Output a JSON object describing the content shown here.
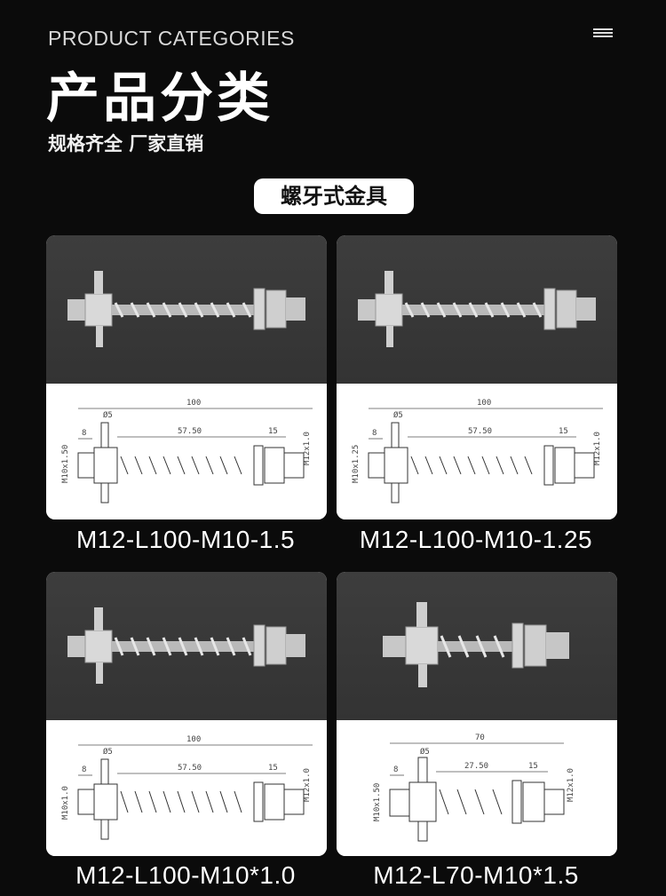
{
  "header": {
    "eyebrow": "PRODUCT CATEGORIES",
    "title": "产品分类",
    "subtitle": "规格齐全 厂家直销",
    "section_label": "螺牙式金具"
  },
  "products": [
    {
      "model": "M12-L100-M10-1.5",
      "dims": {
        "total": "100",
        "offset": "8",
        "spring": "57.50",
        "nut": "15",
        "tube": "Ø5",
        "left_thread": "M10x1.50",
        "right_thread": "M12x1.0"
      }
    },
    {
      "model": "M12-L100-M10-1.25",
      "dims": {
        "total": "100",
        "offset": "8",
        "spring": "57.50",
        "nut": "15",
        "tube": "Ø5",
        "left_thread": "M10x1.25",
        "right_thread": "M12x1.0"
      }
    },
    {
      "model": "M12-L100-M10*1.0",
      "dims": {
        "total": "100",
        "offset": "8",
        "spring": "57.50",
        "nut": "15",
        "tube": "Ø5",
        "left_thread": "M10x1.0",
        "right_thread": "M12x1.0"
      }
    },
    {
      "model": "M12-L70-M10*1.5",
      "dims": {
        "total": "70",
        "offset": "8",
        "spring": "27.50",
        "nut": "15",
        "tube": "Ø5",
        "left_thread": "M10x1.50",
        "right_thread": "M12x1.0"
      }
    }
  ]
}
